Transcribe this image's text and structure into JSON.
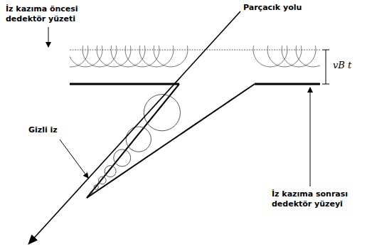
{
  "diagram": {
    "labels": [
      "İz kazıma öncesi dedektör yüzeti",
      "Parçacık yolu",
      "vB t",
      "Gizli iz",
      "İz kazıma sonrası dedektör yüzeyi"
    ]
  }
}
